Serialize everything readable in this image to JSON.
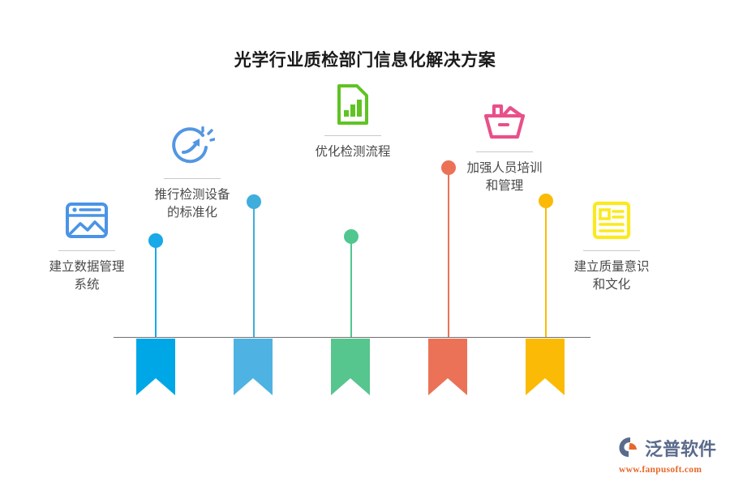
{
  "page": {
    "title": "光学行业质检部门信息化解决方案",
    "background_color": "#FFFFFF",
    "baseline_color": "#6E6E6E"
  },
  "items": [
    {
      "id": "data-management-system",
      "label": "建立数据管理\n系统",
      "icon": "image-browser-icon",
      "color": "#3D8FE8",
      "dot_color": "#17A9E8",
      "stem_color": "#17A9E8",
      "banner_color": "#00A7E7"
    },
    {
      "id": "equipment-standardization",
      "label": "推行检测设备\n的标准化",
      "icon": "growth-arrow-circle-icon",
      "color": "#4D94E0",
      "dot_color": "#3FAEDD",
      "stem_color": "#3FAEDD",
      "banner_color": "#4EB3E2"
    },
    {
      "id": "optimize-testing-process",
      "label": "优化检测流程",
      "icon": "document-bar-chart-icon",
      "color": "#5FC324",
      "dot_color": "#4FC78F",
      "stem_color": "#4FC78F",
      "banner_color": "#56C58E"
    },
    {
      "id": "staff-training-management",
      "label": "加强人员培训\n和管理",
      "icon": "basket-tray-icon",
      "color": "#E8508A",
      "dot_color": "#EB7257",
      "stem_color": "#EB7257",
      "banner_color": "#EB7257"
    },
    {
      "id": "quality-awareness-culture",
      "label": "建立质量意识\n和文化",
      "icon": "article-list-icon",
      "color": "#FBE91F",
      "dot_color": "#FBBA06",
      "stem_color": "#FBBA06",
      "banner_color": "#FBBA06"
    }
  ],
  "logo": {
    "name": "泛普软件",
    "url": "www.fanpusoft.com",
    "mark": "fanpu-logo-mark",
    "text_color": "#5A6B8C",
    "url_color": "#E8672B"
  }
}
